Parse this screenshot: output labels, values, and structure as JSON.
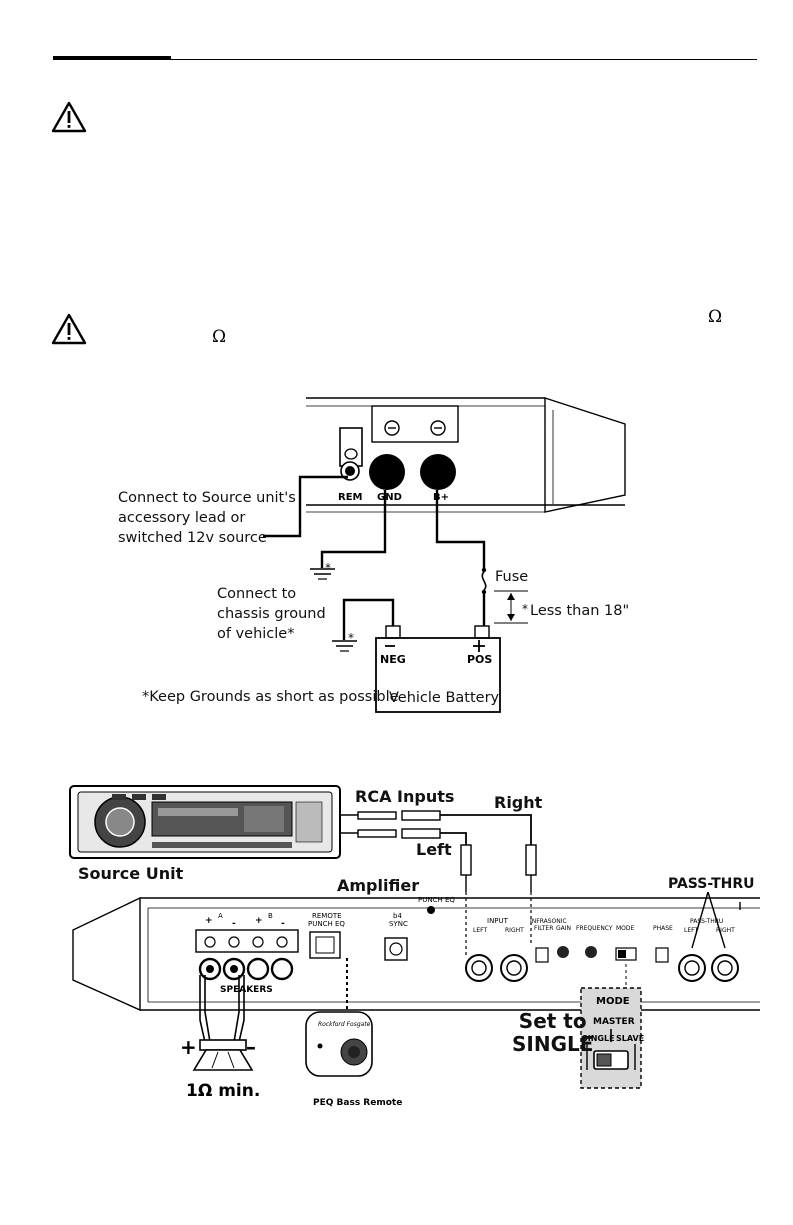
{
  "wiring": {
    "remote_label": [
      "Connect to Source unit's",
      "accessory lead or",
      "switched 12v source"
    ],
    "ground_label": [
      "Connect to",
      "chassis ground",
      "of vehicle*"
    ],
    "fuse_label": "Fuse",
    "distance_label": "Less than 18\"",
    "asterisk": "*",
    "grounds_note": "*Keep Grounds as short as possible",
    "battery_label": "Vehicle Battery",
    "neg_label": "NEG",
    "pos_label": "POS",
    "rem_label": "REM",
    "gnd_label": "GND",
    "bplus_label": "B+"
  },
  "system": {
    "rca_label": "RCA Inputs",
    "right_label": "Right",
    "left_label": "Left",
    "source_label": "Source Unit",
    "amp_label": "Amplifier",
    "passthru_label": "PASS-THRU",
    "speakers_label": "SPEAKERS",
    "remote_punch_label": [
      "REMOTE",
      "PUNCH EQ"
    ],
    "sync_label": [
      "b4",
      "SYNC"
    ],
    "punch_eq_label": "PUNCH EQ",
    "input_label": "INPUT",
    "infrasonic_label": [
      "INFRASONIC",
      "FILTER"
    ],
    "gain_label": "GAIN",
    "frequency_label": "FREQUENCY",
    "mode_label": "MODE",
    "phase_label": "PHASE",
    "set_to_label": [
      "Set to",
      "SINGLE"
    ],
    "mode_box": {
      "title": "MODE",
      "master": "MASTER",
      "single": "SINGLE",
      "slave": "SLAVE"
    },
    "min_label": "1Ω min.",
    "peq_label": "PEQ Bass Remote",
    "left_small": "LEFT",
    "right_small": "RIGHT"
  },
  "colors": {
    "ink": "#000000",
    "gray_box": "#d9d9d9"
  }
}
